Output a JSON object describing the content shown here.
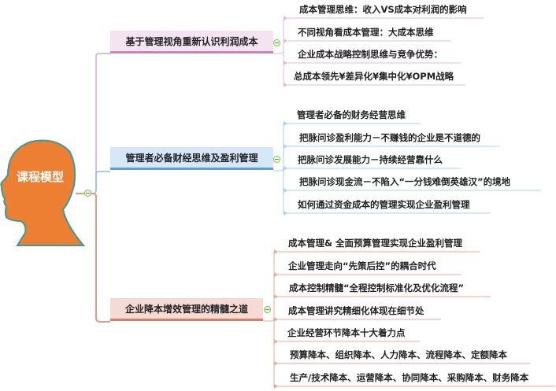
{
  "root": {
    "title": "课程模型",
    "color": "#ec7f31"
  },
  "branches": [
    {
      "label": "基于管理视角重新认识利润成本",
      "color": "#c585b8",
      "items": [
        "成本管理思维：收入VS成本对利润的影响",
        "不同视角看成本管理：大成本思维",
        "企业成本战略控制思维与竞争优势：",
        "总成本领先¥差异化¥集中化¥OPM战略"
      ]
    },
    {
      "label": "管理者必备财经思维及盈利管理",
      "color": "#5d9fd6",
      "items": [
        "管理者必备的财务经营思维",
        "把脉问诊盈利能力－不赚钱的企业是不道德的",
        "把脉问诊发展能力－持续经营靠什么",
        "把脉问诊现金流－不陷入“一分钱难倒英雄汉”的境地",
        "如何通过资金成本的管理实现企业盈利管理"
      ]
    },
    {
      "label": "企业降本增效管理的精髓之道",
      "color": "#d57e66",
      "items": [
        "成本管理& 全面预算管理实现企业盈利管理",
        "企业管理走向“先策后控”的耦合时代",
        "成本控制精髓“全程控制标准化及优化流程”",
        "成本管理讲究精细化体现在细节处",
        "企业经营环节降本十大着力点",
        "预算降本、组织降本、人力降本、流程降本、定额降本",
        "生产/技术降本、运营降本、协同降本、采购降本、财务降本"
      ]
    }
  ]
}
